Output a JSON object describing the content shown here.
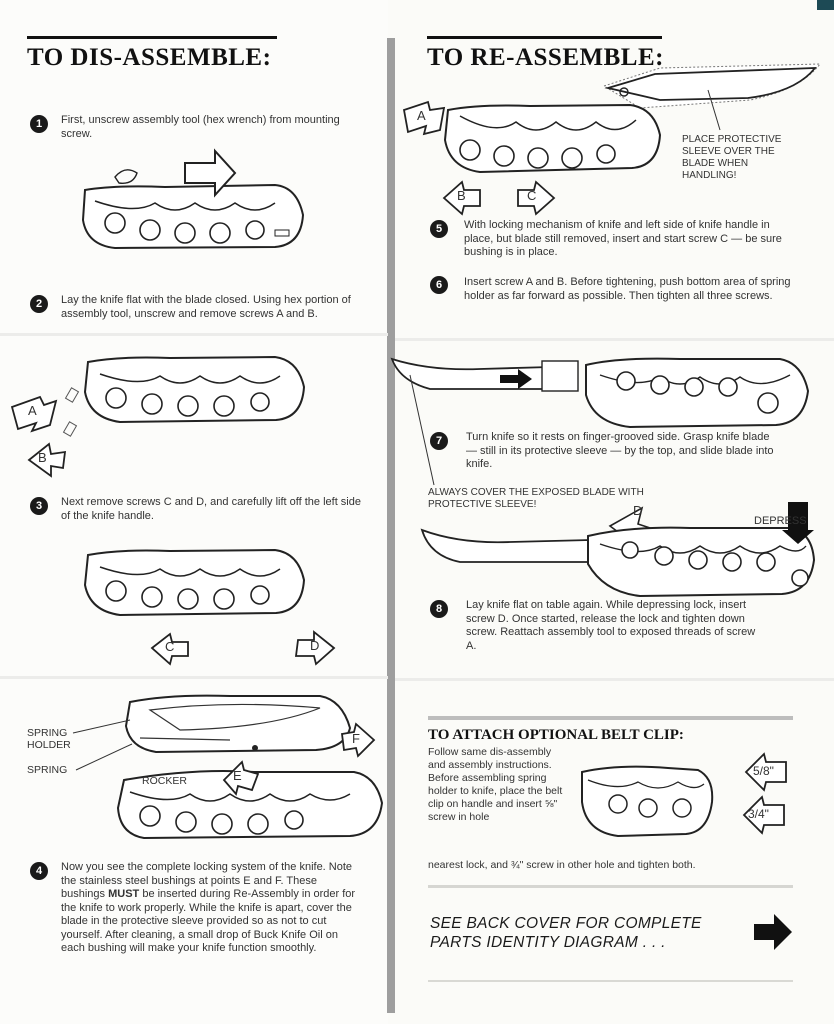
{
  "left": {
    "title": "TO DIS-ASSEMBLE:",
    "steps": [
      {
        "num": "1",
        "text": "First, unscrew assembly tool (hex wrench) from mounting screw."
      },
      {
        "num": "2",
        "text": "Lay the knife flat with the blade closed. Using hex portion of assembly tool, unscrew and remove screws A and B."
      },
      {
        "num": "3",
        "text": "Next remove screws C and D, and carefully lift off the left side of the knife handle."
      },
      {
        "num": "4",
        "text_before": "Now you see the complete locking system of the knife. Note the stainless steel bushings at points E and F. These bushings ",
        "text_bold": "MUST",
        "text_after": " be inserted during Re-Assembly in order for the knife to work properly. While the knife is apart, cover the blade in the protective sleeve provided so as not to cut yourself. After cleaning, a small drop of Buck Knife Oil on each bushing will make your knife function smoothly."
      }
    ],
    "labels": {
      "a": "A",
      "b": "B",
      "c": "C",
      "d": "D",
      "e": "E",
      "f": "F",
      "spring_holder": "SPRING HOLDER",
      "spring": "SPRING",
      "rocker": "ROCKER"
    }
  },
  "right": {
    "title": "TO RE-ASSEMBLE:",
    "sleeve_note": "PLACE PROTECTIVE SLEEVE OVER THE BLADE WHEN HANDLING!",
    "steps": [
      {
        "num": "5",
        "text": "With locking mechanism of knife and left side of knife handle in place, but blade still removed, insert and start screw C — be sure bushing is in place."
      },
      {
        "num": "6",
        "text": "Insert screw A and B. Before tightening, push bottom area of spring holder as far forward as possible. Then tighten all three screws."
      },
      {
        "num": "7",
        "text": "Turn knife so it rests on finger-grooved side. Grasp knife blade — still in its protective sleeve — by the top, and slide blade into knife."
      },
      {
        "num": "8",
        "text": "Lay knife flat on table again. While depressing lock, insert screw D. Once started, release the lock and tighten down screw. Reattach assembly tool to exposed threads of screw A."
      }
    ],
    "cover_note": "ALWAYS COVER THE EXPOSED BLADE WITH PROTECTIVE SLEEVE!",
    "depress": "DEPRESS",
    "labels": {
      "a": "A",
      "b": "B",
      "c": "C",
      "d": "D"
    },
    "belt_clip": {
      "title": "TO ATTACH OPTIONAL BELT CLIP:",
      "text_wrapped": "Follow same dis-assembly and assembly instructions. Before assembling spring holder to knife, place the belt clip on handle and insert ⅝\" screw in hole",
      "text_full": "nearest lock, and ¾\" screw in other hole and tighten both.",
      "size1": "5/8\"",
      "size2": "3/4\""
    },
    "see_back": "SEE BACK COVER FOR COMPLETE PARTS IDENTITY DIAGRAM . . ."
  },
  "colors": {
    "ink": "#111111",
    "paper": "#fbfbf8",
    "divider": "#999999"
  }
}
